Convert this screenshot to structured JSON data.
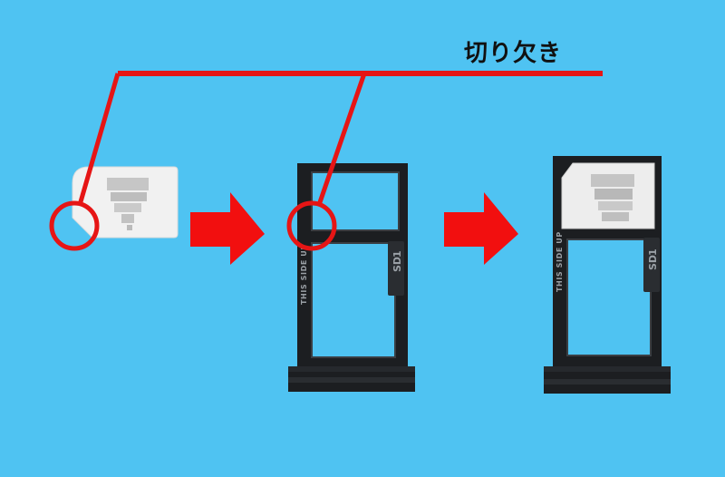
{
  "callout": {
    "label": "切り欠き",
    "color": "#e61515"
  },
  "tray": {
    "side_marking": "THIS SIDE UP",
    "sd_marking": "SD",
    "slot_number": "1"
  },
  "colors": {
    "background": "#4fc3f2",
    "arrow": "#f20f0f",
    "sim_card": "#eeeeee",
    "tray_body": "#1c1e21",
    "tray_outline": "#33373c"
  },
  "icons": [
    "sim-card-icon",
    "arrow-right-icon",
    "sim-tray-icon"
  ]
}
